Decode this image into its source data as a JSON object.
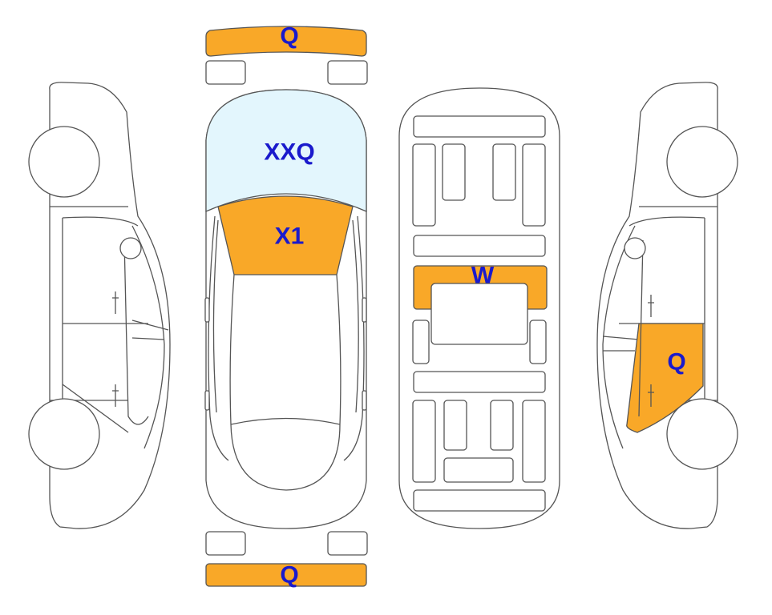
{
  "colors": {
    "damage": "#f9a828",
    "glass": "#e3f6fd",
    "outline": "#555555",
    "label": "#1a1acc"
  },
  "labels": {
    "front_bumper": "Q",
    "windshield": "XXQ",
    "hood": "X1",
    "roof": "W",
    "right_rear_door": "Q",
    "rear_bumper": "Q"
  }
}
